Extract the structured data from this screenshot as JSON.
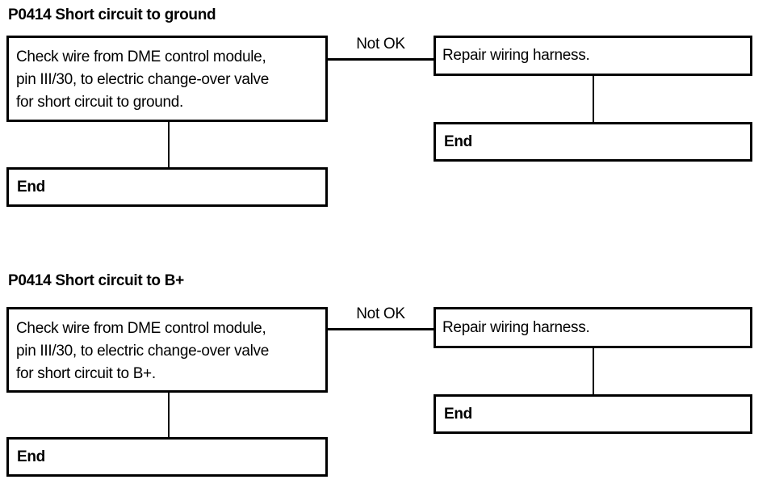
{
  "page": {
    "background_color": "#ffffff",
    "line_color": "#000000",
    "text_color": "#000000"
  },
  "sections": [
    {
      "title": "P0414 Short circuit to ground",
      "check_lines": [
        "Check wire from DME control module,",
        "pin III/30, to electric change-over valve",
        "for short circuit to ground."
      ],
      "branch_label": "Not OK",
      "repair_action": "Repair wiring harness.",
      "end_left": "End",
      "end_right": "End"
    },
    {
      "title": "P0414 Short circuit to B+",
      "check_lines": [
        "Check wire from DME control module,",
        "pin III/30, to electric change-over valve",
        "for short circuit to B+."
      ],
      "branch_label": "Not OK",
      "repair_action": "Repair wiring harness.",
      "end_left": "End",
      "end_right": "End"
    }
  ]
}
